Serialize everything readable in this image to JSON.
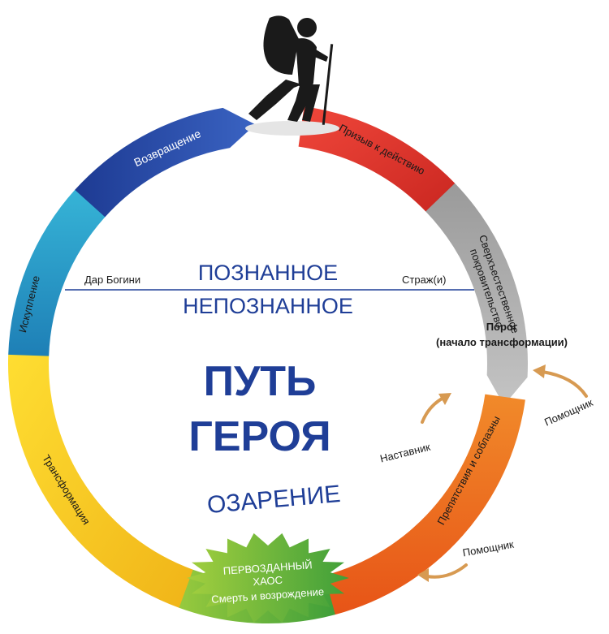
{
  "title": {
    "line1": "ПУТЬ",
    "line2": "ГЕРОЯ"
  },
  "divider": {
    "known": "ПОЗНАННОЕ",
    "unknown": "НЕПОЗНАННОЕ"
  },
  "insight": "ОЗАРЕНИЕ",
  "segments": {
    "call": "Призыв к действию",
    "supernatural_line1": "Сверхъестественное",
    "supernatural_line2": "покровительство",
    "trials": "Препятствия и соблазны",
    "abyss_line1": "ПЕРВОЗДАННЫЙ",
    "abyss_line2": "ХАОС",
    "abyss_line3": "Смерть и возрождение",
    "transformation": "Трансформация",
    "atonement": "Искупление",
    "return": "Возвращение"
  },
  "labels": {
    "goddess": "Дар Богини",
    "guardians": "Страж(и)",
    "threshold_line1": "Порог",
    "threshold_line2": "(начало трансформации)",
    "mentor": "Наставник",
    "helper_top": "Помощник",
    "helper_bottom": "Помощник"
  },
  "colors": {
    "title": "#1f3e97",
    "call": "#e03a2f",
    "supernatural": "#a9a9a9",
    "trials": "#ef6a1f",
    "abyss": "#6cbb3c",
    "transformation": "#f2c418",
    "atonement": "#2a9ecb",
    "return": "#2545a5",
    "arrow": "#d79a52"
  },
  "icons": {
    "hiker": "hiker-icon"
  }
}
